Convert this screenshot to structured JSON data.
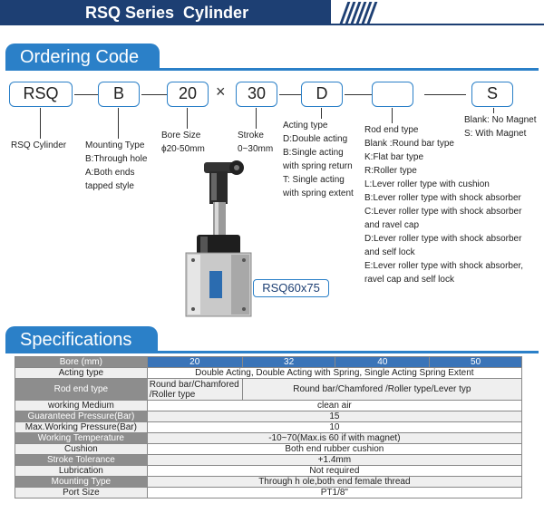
{
  "header": {
    "title": "RSQ Series  Cylinder"
  },
  "ordering": {
    "title": "Ordering Code",
    "boxes": [
      "RSQ",
      "B",
      "20",
      "30",
      "D",
      "",
      "S"
    ],
    "times": "×",
    "labels": {
      "rsq": "RSQ Cylinder",
      "mounting": "Mounting Type\nB:Through hole\nA:Both ends\ntapped style",
      "bore": "Bore Size\nϕ20-50mm",
      "stroke": "Stroke\n0~30mm",
      "acting": "Acting type\nD:Double acting\nB:Single acting\nwith spring return\nT: Single acting\nwith spring extent",
      "rodend": "Rod end type\nBlank :Round bar type\nK:Flat bar type\nR:Roller type\nL:Lever roller type with cushion\nB:Lever roller type with shock absorber\nC:Lever roller type with shock absorber\nand ravel cap\nD:Lever roller type with shock absorber\nand self lock\nE:Lever roller type with shock absorber,\nravel cap and self lock",
      "magnet": "Blank: No Magnet\nS: With Magnet"
    },
    "model_tag": "RSQ60x75"
  },
  "specs": {
    "title": "Specifications",
    "bore_label": "Bore (mm)",
    "bores": [
      "20",
      "32",
      "40",
      "50"
    ],
    "rows": [
      {
        "label": "Acting type",
        "value": "Double Acting, Double Acting with Spring, Single Acting Spring Extent"
      },
      {
        "label": "Rod end type",
        "value_first": "Round bar/Chamfored\n/Roller type",
        "value": "Round bar/Chamfored /Roller type/Lever typ"
      },
      {
        "label": "working Medium",
        "value": "clean air"
      },
      {
        "label": "Guaranteed Pressure(Bar)",
        "value": "15"
      },
      {
        "label": "Max.Working Pressure(Bar)",
        "value": "10"
      },
      {
        "label": "Working Temperature",
        "value": "-10~70(Max.is 60 if with magnet)"
      },
      {
        "label": "Cushion",
        "value": "Both end rubber cushion"
      },
      {
        "label": "Stroke Tolerance",
        "value": "+1.4mm"
      },
      {
        "label": "Lubrication",
        "value": "Not required"
      },
      {
        "label": "Mounting Type",
        "value": "Through h ole,both end female thread"
      },
      {
        "label": "Port Size",
        "value": "PT1/8\""
      }
    ]
  },
  "colors": {
    "navy": "#1d3f73",
    "blue": "#2b80c8",
    "gray": "#8d8d8d"
  }
}
